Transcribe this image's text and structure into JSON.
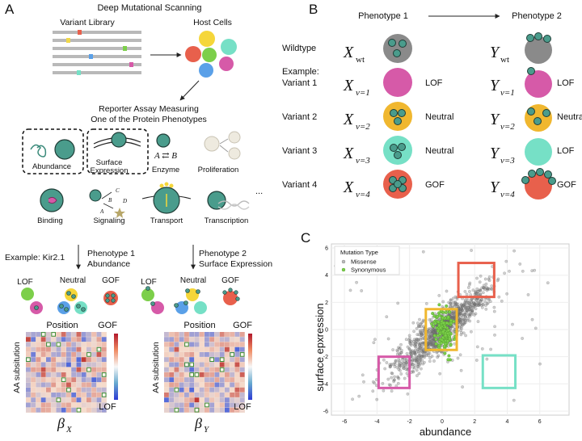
{
  "panelA": {
    "label": "A",
    "title": "Deep Mutational Scanning",
    "variant_library": "Variant Library",
    "host_cells": "Host Cells",
    "reporter_line1": "Reporter Assay Measuring",
    "reporter_line2": "One of the Protein Phenotypes",
    "phenotypes": {
      "abundance": "Abundance",
      "surface_line1": "Surface",
      "surface_line2": "Expression",
      "enzyme": "Enzyme",
      "enzyme_eq": "A ⇄ B",
      "proliferation": "Proliferation",
      "binding": "Binding",
      "signaling": "Signaling",
      "transport": "Transport",
      "transcription": "Transcription",
      "more": "...",
      "signal_letters": [
        "C",
        "B",
        "D",
        "A"
      ]
    },
    "example": "Example: Kir2.1",
    "phenotype1_line1": "Phenotype 1",
    "phenotype1_line2": "Abundance",
    "phenotype2_line1": "Phenotype 2",
    "phenotype2_line2": "Surface Expression",
    "cell_labels": {
      "lof": "LOF",
      "neutral": "Neutral",
      "gof": "GOF"
    },
    "heatmap": {
      "position": "Position",
      "ylabel": "AA subsitution",
      "gof": "GOF",
      "lof": "LOF",
      "beta_x": "β",
      "beta_x_sub": "X",
      "beta_y": "β",
      "beta_y_sub": "Y"
    }
  },
  "panelB": {
    "label": "B",
    "phenotype1": "Phenotype 1",
    "phenotype2": "Phenotype 2",
    "wildtype": "Wildtype",
    "example": "Example:",
    "x_wt": "X",
    "x_wt_sub": "wt",
    "y_wt": "Y",
    "y_wt_sub": "wt",
    "rows": [
      {
        "name": "Variant 1",
        "x": "X",
        "x_sub": "v=1",
        "x_label": "LOF",
        "y": "Y",
        "y_sub": "v=1",
        "y_label": "LOF",
        "x_color": "#d65aa8",
        "y_color": "#d65aa8"
      },
      {
        "name": "Variant 2",
        "x": "X",
        "x_sub": "v=2",
        "x_label": "Neutral",
        "y": "Y",
        "y_sub": "v=2",
        "y_label": "Neutral",
        "x_color": "#f0b72f",
        "y_color": "#f0b72f"
      },
      {
        "name": "Variant 3",
        "x": "X",
        "x_sub": "v=3",
        "x_label": "Neutral",
        "y": "Y",
        "y_sub": "v=3",
        "y_label": "LOF",
        "x_color": "#76e0c6",
        "y_color": "#76e0c6"
      },
      {
        "name": "Variant 4",
        "x": "X",
        "x_sub": "v=4",
        "x_label": "GOF",
        "y": "Y",
        "y_sub": "v=4",
        "y_label": "GOF",
        "x_color": "#e8604c",
        "y_color": "#e8604c"
      }
    ]
  },
  "panelC": {
    "label": "C",
    "legend_title": "Mutation Type",
    "legend_missense": "Missense",
    "legend_synonymous": "Synonymous",
    "xlabel": "abundance",
    "ylabel": "surface epxression",
    "xticks": [
      "-6",
      "-4",
      "-2",
      "0",
      "2",
      "4",
      "6"
    ],
    "yticks": [
      "6",
      "4",
      "2",
      "0",
      "-2",
      "-4",
      "-6"
    ]
  },
  "chart_data": {
    "type": "scatter",
    "xlabel": "abundance",
    "ylabel": "surface epxression",
    "xlim": [
      -6.8,
      7.8
    ],
    "ylim": [
      -6.3,
      6.3
    ],
    "grid": true,
    "legend_placement": "top-left",
    "series": [
      {
        "name": "Missense",
        "color": "#7f7f7f",
        "trend": "positively correlated cloud centred near (0, 0)"
      },
      {
        "name": "Synonymous",
        "color": "#7ccf4a",
        "x_range": [
          -0.6,
          0.8
        ],
        "y_range": [
          -1.6,
          1.6
        ]
      }
    ],
    "highlight_boxes": [
      {
        "color": "#e8604c",
        "x": [
          1.0,
          3.2
        ],
        "y": [
          2.4,
          4.9
        ]
      },
      {
        "color": "#f0b72f",
        "x": [
          -1.0,
          0.9
        ],
        "y": [
          -1.5,
          1.5
        ]
      },
      {
        "color": "#d65aa8",
        "x": [
          -3.9,
          -2.0
        ],
        "y": [
          -4.3,
          -2.0
        ]
      },
      {
        "color": "#76e0c6",
        "x": [
          2.5,
          4.5
        ],
        "y": [
          -4.3,
          -1.9
        ]
      }
    ]
  }
}
